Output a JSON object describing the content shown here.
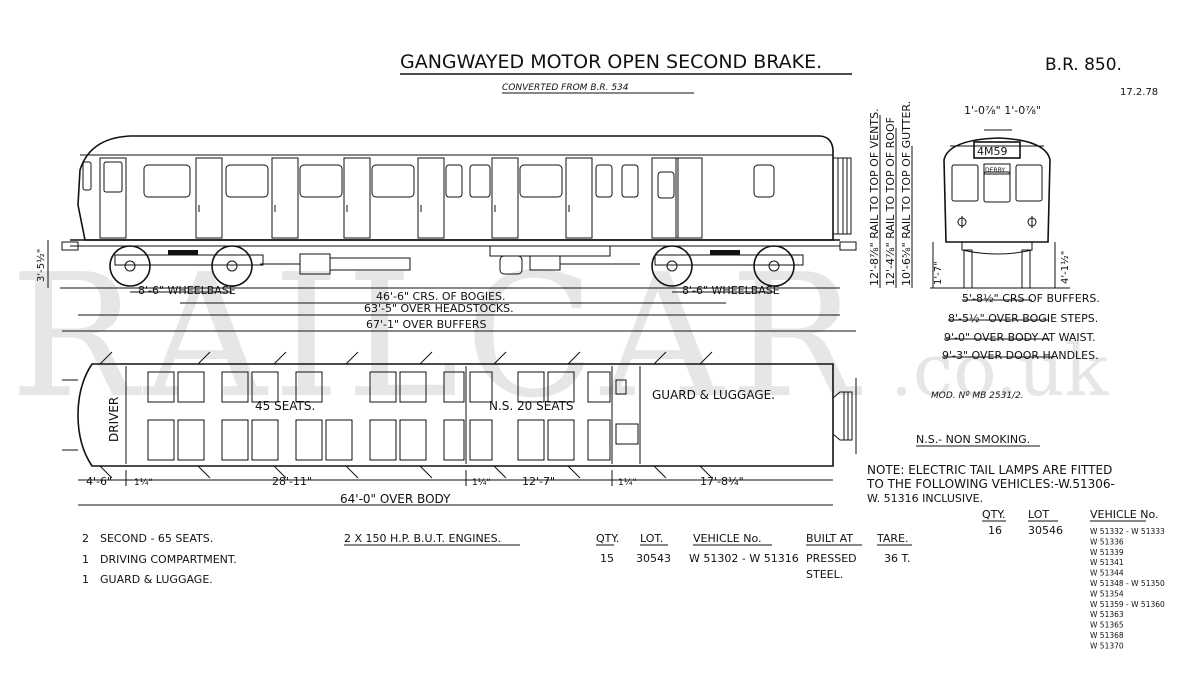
{
  "watermark": {
    "main": "RAILCAR",
    "suffix": ".co.uk"
  },
  "header": {
    "title": "GANGWAYED MOTOR OPEN SECOND BRAKE.",
    "subtitle": "CONVERTED FROM B.R. 534",
    "diagram_no": "B.R. 850.",
    "date": "17.2.78"
  },
  "side_view": {
    "height_dim": "3'-5½\"",
    "wheelbase_left": "8'-6\" WHEELBASE",
    "wheelbase_right": "8'-6\" WHEELBASE",
    "bogie_centres": "46'-6\" CRS. OF BOGIES.",
    "over_headstocks": "63'-5\" OVER HEADSTOCKS.",
    "over_buffers": "67'-1\" OVER BUFFERS"
  },
  "end_view": {
    "top_width": "1'-0⅞\" 1'-0⅞\"",
    "headcode": "4M59",
    "destination": "DERBY",
    "rail_to_vents": "12'-8⅞\" RAIL TO TOP OF VENTS.",
    "rail_to_roof": "12'-4⅞\" RAIL TO TOP OF ROOF",
    "rail_to_gutter": "10'-6⅝\" RAIL TO TOP OF GUTTER.",
    "left_low": "1'-7\"",
    "right_low": "4'-1½\"",
    "buffers": "5'-8½\" CRS OF BUFFERS.",
    "bogie_steps": "8'-5½\" OVER BOGIE STEPS.",
    "body_waist": "9'-0\" OVER BODY AT WAIST.",
    "door_handles": "9'-3\" OVER DOOR HANDLES."
  },
  "plan_view": {
    "driver": "DRIVER",
    "seats_45": "45 SEATS.",
    "ns_seats": "N.S. 20 SEATS",
    "guard": "GUARD & LUGGAGE.",
    "dims": [
      "4'-6\"",
      "1¼\"",
      "28'-11\"",
      "1¼\"",
      "12'-7\"",
      "1¼\"",
      "17'-8¼\""
    ],
    "over_body": "64'-0\" OVER BODY"
  },
  "notes": {
    "mod_no": "MOD. Nº MB 2531/2.",
    "ns_note": "N.S.- NON SMOKING.",
    "note_lines": [
      "NOTE: ELECTRIC TAIL LAMPS ARE FITTED",
      "TO THE FOLLOWING VEHICLES:-W.51306-",
      "W. 51316 INCLUSIVE."
    ]
  },
  "accommodation": [
    {
      "qty": "2",
      "desc": "SECOND - 65 SEATS."
    },
    {
      "qty": "1",
      "desc": "DRIVING COMPARTMENT."
    },
    {
      "qty": "1",
      "desc": "GUARD & LUGGAGE."
    }
  ],
  "engines": "2 X 150 H.P. B.U.T. ENGINES.",
  "build_table": {
    "headers": [
      "QTY.",
      "LOT.",
      "VEHICLE No.",
      "BUILT AT",
      "TARE."
    ],
    "row": [
      "15",
      "30543",
      "W 51302 - W 51316",
      "PRESSED",
      "36 T."
    ],
    "row2_builtat": "STEEL."
  },
  "mod_table": {
    "headers": [
      "QTY.",
      "LOT",
      "VEHICLE No."
    ],
    "qty": "16",
    "lot": "30546",
    "vehicles": [
      "W 51332 - W 51333",
      "W 51336",
      "W 51339",
      "W 51341",
      "W 51344",
      "W 51348 - W 51350",
      "W 51354",
      "W 51359 - W 51360",
      "W 51363",
      "W 51365",
      "W 51368",
      "W 51370"
    ]
  }
}
